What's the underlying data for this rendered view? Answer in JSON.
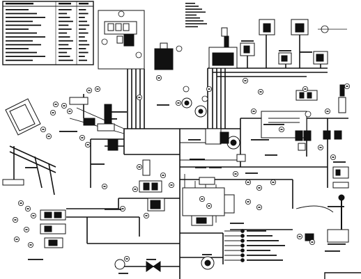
{
  "diagram": {
    "kind": "wiring-harness-schematic",
    "colors": {
      "ink": "#111111",
      "paper": "#ffffff"
    },
    "legend_table": {
      "rows": 14,
      "columns": 3
    },
    "callout_count": 48
  }
}
